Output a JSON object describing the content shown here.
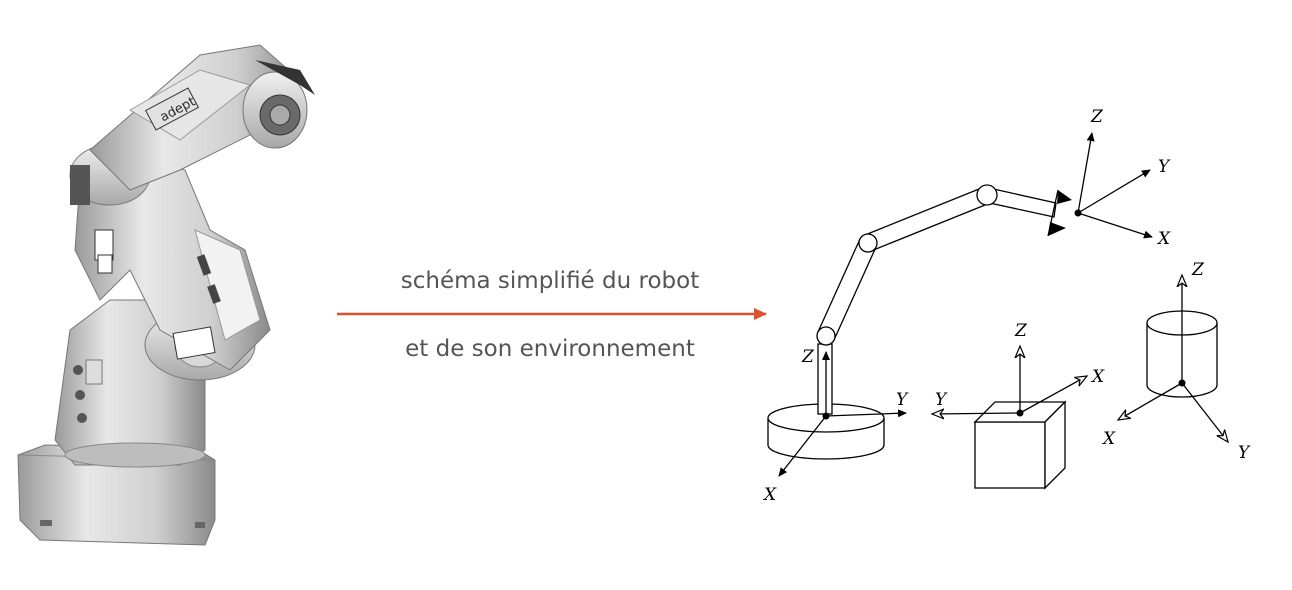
{
  "caption": {
    "line1": "schéma simplifié du robot",
    "line2": "et de son environnement",
    "arrow_color": "#e0502f"
  },
  "photo": {
    "brand_logo": "adept"
  },
  "frames": {
    "end_effector": {
      "z": "Z",
      "y": "Y",
      "x": "X"
    },
    "base": {
      "z": "Z",
      "y": "Y",
      "x": "X"
    },
    "cube": {
      "z": "Z",
      "y": "Y",
      "x": "X"
    },
    "cylinder": {
      "z": "Z",
      "y": "Y",
      "x": "X"
    }
  }
}
